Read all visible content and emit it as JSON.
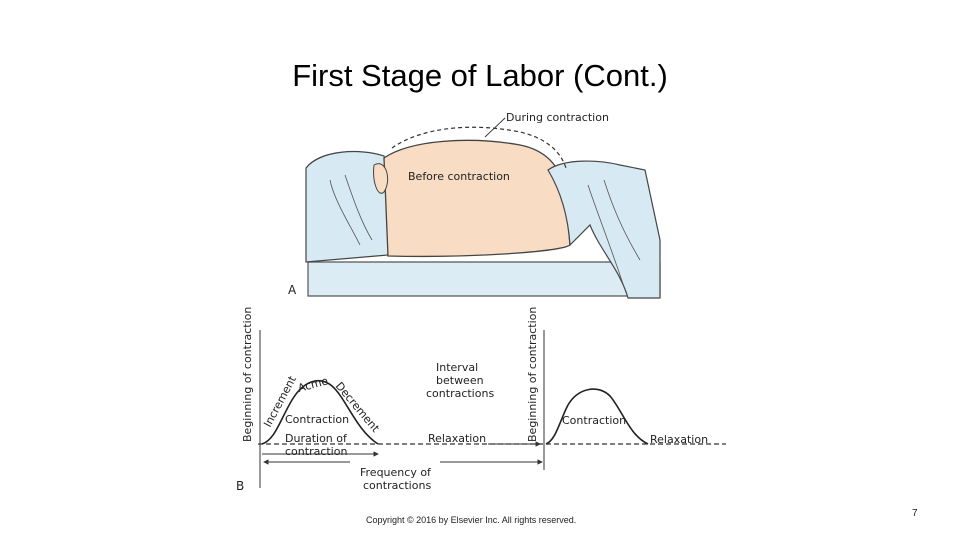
{
  "slide": {
    "title": "First Stage of Labor (Cont.)",
    "footer": "Copyright © 2016 by Elsevier Inc. All rights reserved.",
    "page_number": "7"
  },
  "panel_a": {
    "label": "A",
    "during_contraction": "During contraction",
    "before_contraction": "Before contraction"
  },
  "panel_b": {
    "label": "B",
    "beginning_of_contraction": "Beginning of contraction",
    "acme": "Acme",
    "increment": "Increment",
    "decrement": "Decrement",
    "contraction": "Contraction",
    "duration_line1": "Duration of",
    "duration_line2": "contraction",
    "interval_line1": "Interval",
    "interval_line2": "between",
    "interval_line3": "contractions",
    "relaxation": "Relaxation",
    "frequency_line1": "Frequency of",
    "frequency_line2": "contractions"
  },
  "colors": {
    "abdomen_fill": "#f9dcc4",
    "sheet_fill": "#d7e9f3",
    "line": "#333333"
  }
}
